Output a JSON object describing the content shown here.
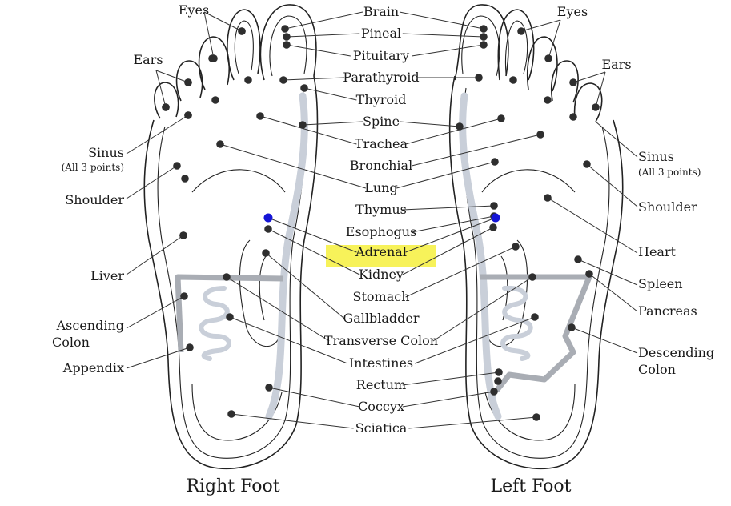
{
  "feet": {
    "right_title": "Right Foot",
    "left_title": "Left Foot"
  },
  "highlight_color": "#f7f25a",
  "accent_point_color": "#1515d6",
  "center_labels": [
    {
      "key": "brain",
      "text": "Brain"
    },
    {
      "key": "pineal",
      "text": "Pineal"
    },
    {
      "key": "pituitary",
      "text": "Pituitary"
    },
    {
      "key": "parathyroid",
      "text": "Parathyroid"
    },
    {
      "key": "thyroid",
      "text": "Thyroid"
    },
    {
      "key": "spine",
      "text": "Spine"
    },
    {
      "key": "trachea",
      "text": "Trachea"
    },
    {
      "key": "bronchial",
      "text": "Bronchial"
    },
    {
      "key": "lung",
      "text": "Lung"
    },
    {
      "key": "thymus",
      "text": "Thymus"
    },
    {
      "key": "esophogus",
      "text": "Esophogus"
    },
    {
      "key": "adrenal",
      "text": "Adrenal"
    },
    {
      "key": "kidney",
      "text": "Kidney"
    },
    {
      "key": "stomach",
      "text": "Stomach"
    },
    {
      "key": "gallbladder",
      "text": "Gallbladder"
    },
    {
      "key": "transverse-colon",
      "text": "Transverse Colon"
    },
    {
      "key": "intestines",
      "text": "Intestines"
    },
    {
      "key": "rectum",
      "text": "Rectum"
    },
    {
      "key": "coccyx",
      "text": "Coccyx"
    },
    {
      "key": "sciatica",
      "text": "Sciatica"
    }
  ],
  "right_side_labels": [
    {
      "key": "eyes",
      "text": "Eyes"
    },
    {
      "key": "ears",
      "text": "Ears"
    },
    {
      "key": "sinus",
      "text": "Sinus",
      "note": "(All 3 points)"
    },
    {
      "key": "shoulder",
      "text": "Shoulder"
    },
    {
      "key": "liver",
      "text": "Liver"
    },
    {
      "key": "ascending-colon",
      "text": "Ascending",
      "line2": "Colon"
    },
    {
      "key": "appendix",
      "text": "Appendix"
    }
  ],
  "left_side_labels": [
    {
      "key": "eyes",
      "text": "Eyes"
    },
    {
      "key": "ears",
      "text": "Ears"
    },
    {
      "key": "sinus",
      "text": "Sinus",
      "note": "(All 3 points)"
    },
    {
      "key": "shoulder",
      "text": "Shoulder"
    },
    {
      "key": "heart",
      "text": "Heart"
    },
    {
      "key": "spleen",
      "text": "Spleen"
    },
    {
      "key": "pancreas",
      "text": "Pancreas"
    },
    {
      "key": "descending-colon",
      "text": "Descending",
      "line2": "Colon"
    }
  ]
}
